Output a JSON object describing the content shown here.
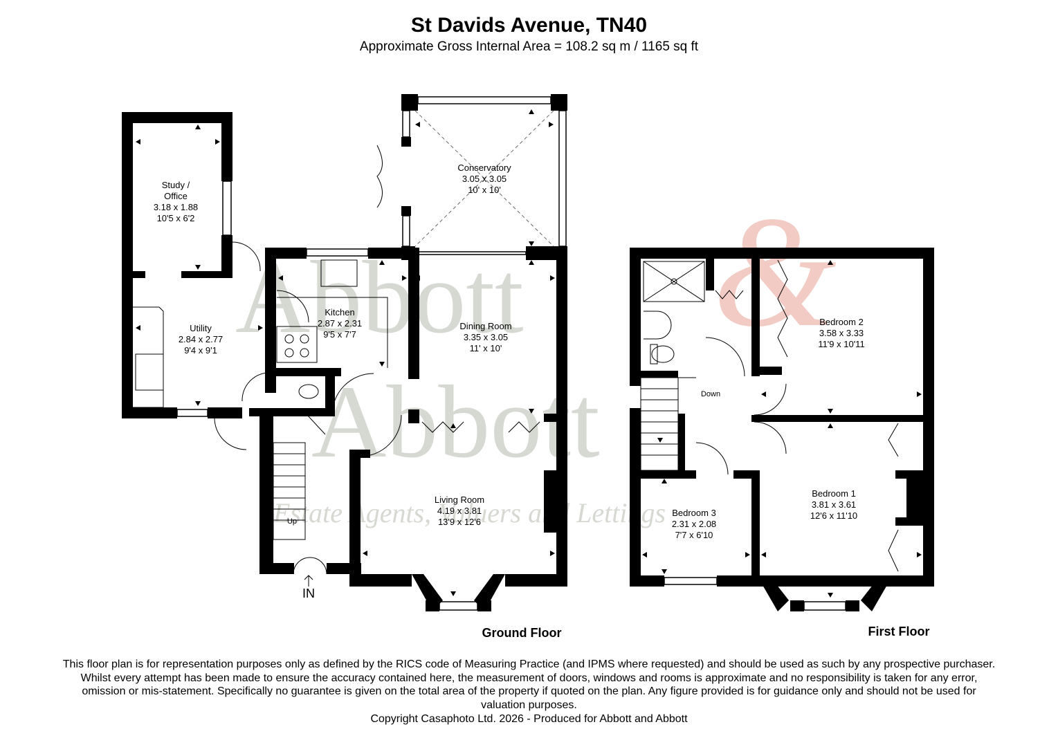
{
  "header": {
    "title": "St Davids Avenue, TN40",
    "subtitle": "Approximate Gross Internal Area = 108.2 sq m / 1165 sq ft"
  },
  "watermark": {
    "line1": "Abbott",
    "line2": "Abbott",
    "ampersand": "&",
    "tagline": "Estate Agents, Valuers and Lettings"
  },
  "ground_floor": {
    "label": "Ground Floor",
    "entrance": "IN",
    "stairs": "Up",
    "rooms": [
      {
        "name": "Study /",
        "name2": "Office",
        "metric": "3.18 x 1.88",
        "imperial": "10'5 x 6'2"
      },
      {
        "name": "Utility",
        "metric": "2.84 x 2.77",
        "imperial": "9'4 x 9'1"
      },
      {
        "name": "Kitchen",
        "metric": "2.87 x 2.31",
        "imperial": "9'5 x 7'7"
      },
      {
        "name": "Conservatory",
        "metric": "3.05 x 3.05",
        "imperial": "10' x 10'"
      },
      {
        "name": "Dining Room",
        "metric": "3.35 x 3.05",
        "imperial": "11' x 10'"
      },
      {
        "name": "Living Room",
        "metric": "4.19 x 3.81",
        "imperial": "13'9 x 12'6"
      }
    ]
  },
  "first_floor": {
    "label": "First Floor",
    "stairs": "Down",
    "rooms": [
      {
        "name": "Bedroom 2",
        "metric": "3.58 x 3.33",
        "imperial": "11'9 x 10'11"
      },
      {
        "name": "Bedroom 1",
        "metric": "3.81 x 3.61",
        "imperial": "12'6 x 11'10"
      },
      {
        "name": "Bedroom 3",
        "metric": "2.31 x 2.08",
        "imperial": "7'7 x 6'10"
      }
    ]
  },
  "footer": {
    "disclaimer": "This floor plan is for representation purposes only as defined by the RICS code of Measuring Practice (and IPMS where requested) and should be used as such by any prospective purchaser. Whilst every attempt has been made to ensure the accuracy contained here, the measurement of doors, windows and rooms is approximate and no responsibility is taken for any error, omission or mis-statement. Specifically no guarantee is given on the total area of the property if quoted on the plan. Any figure provided is for guidance only and should not be used for valuation purposes.",
    "copyright": "Copyright Casaphoto Ltd. 2026 - Produced for Abbott and Abbott"
  }
}
